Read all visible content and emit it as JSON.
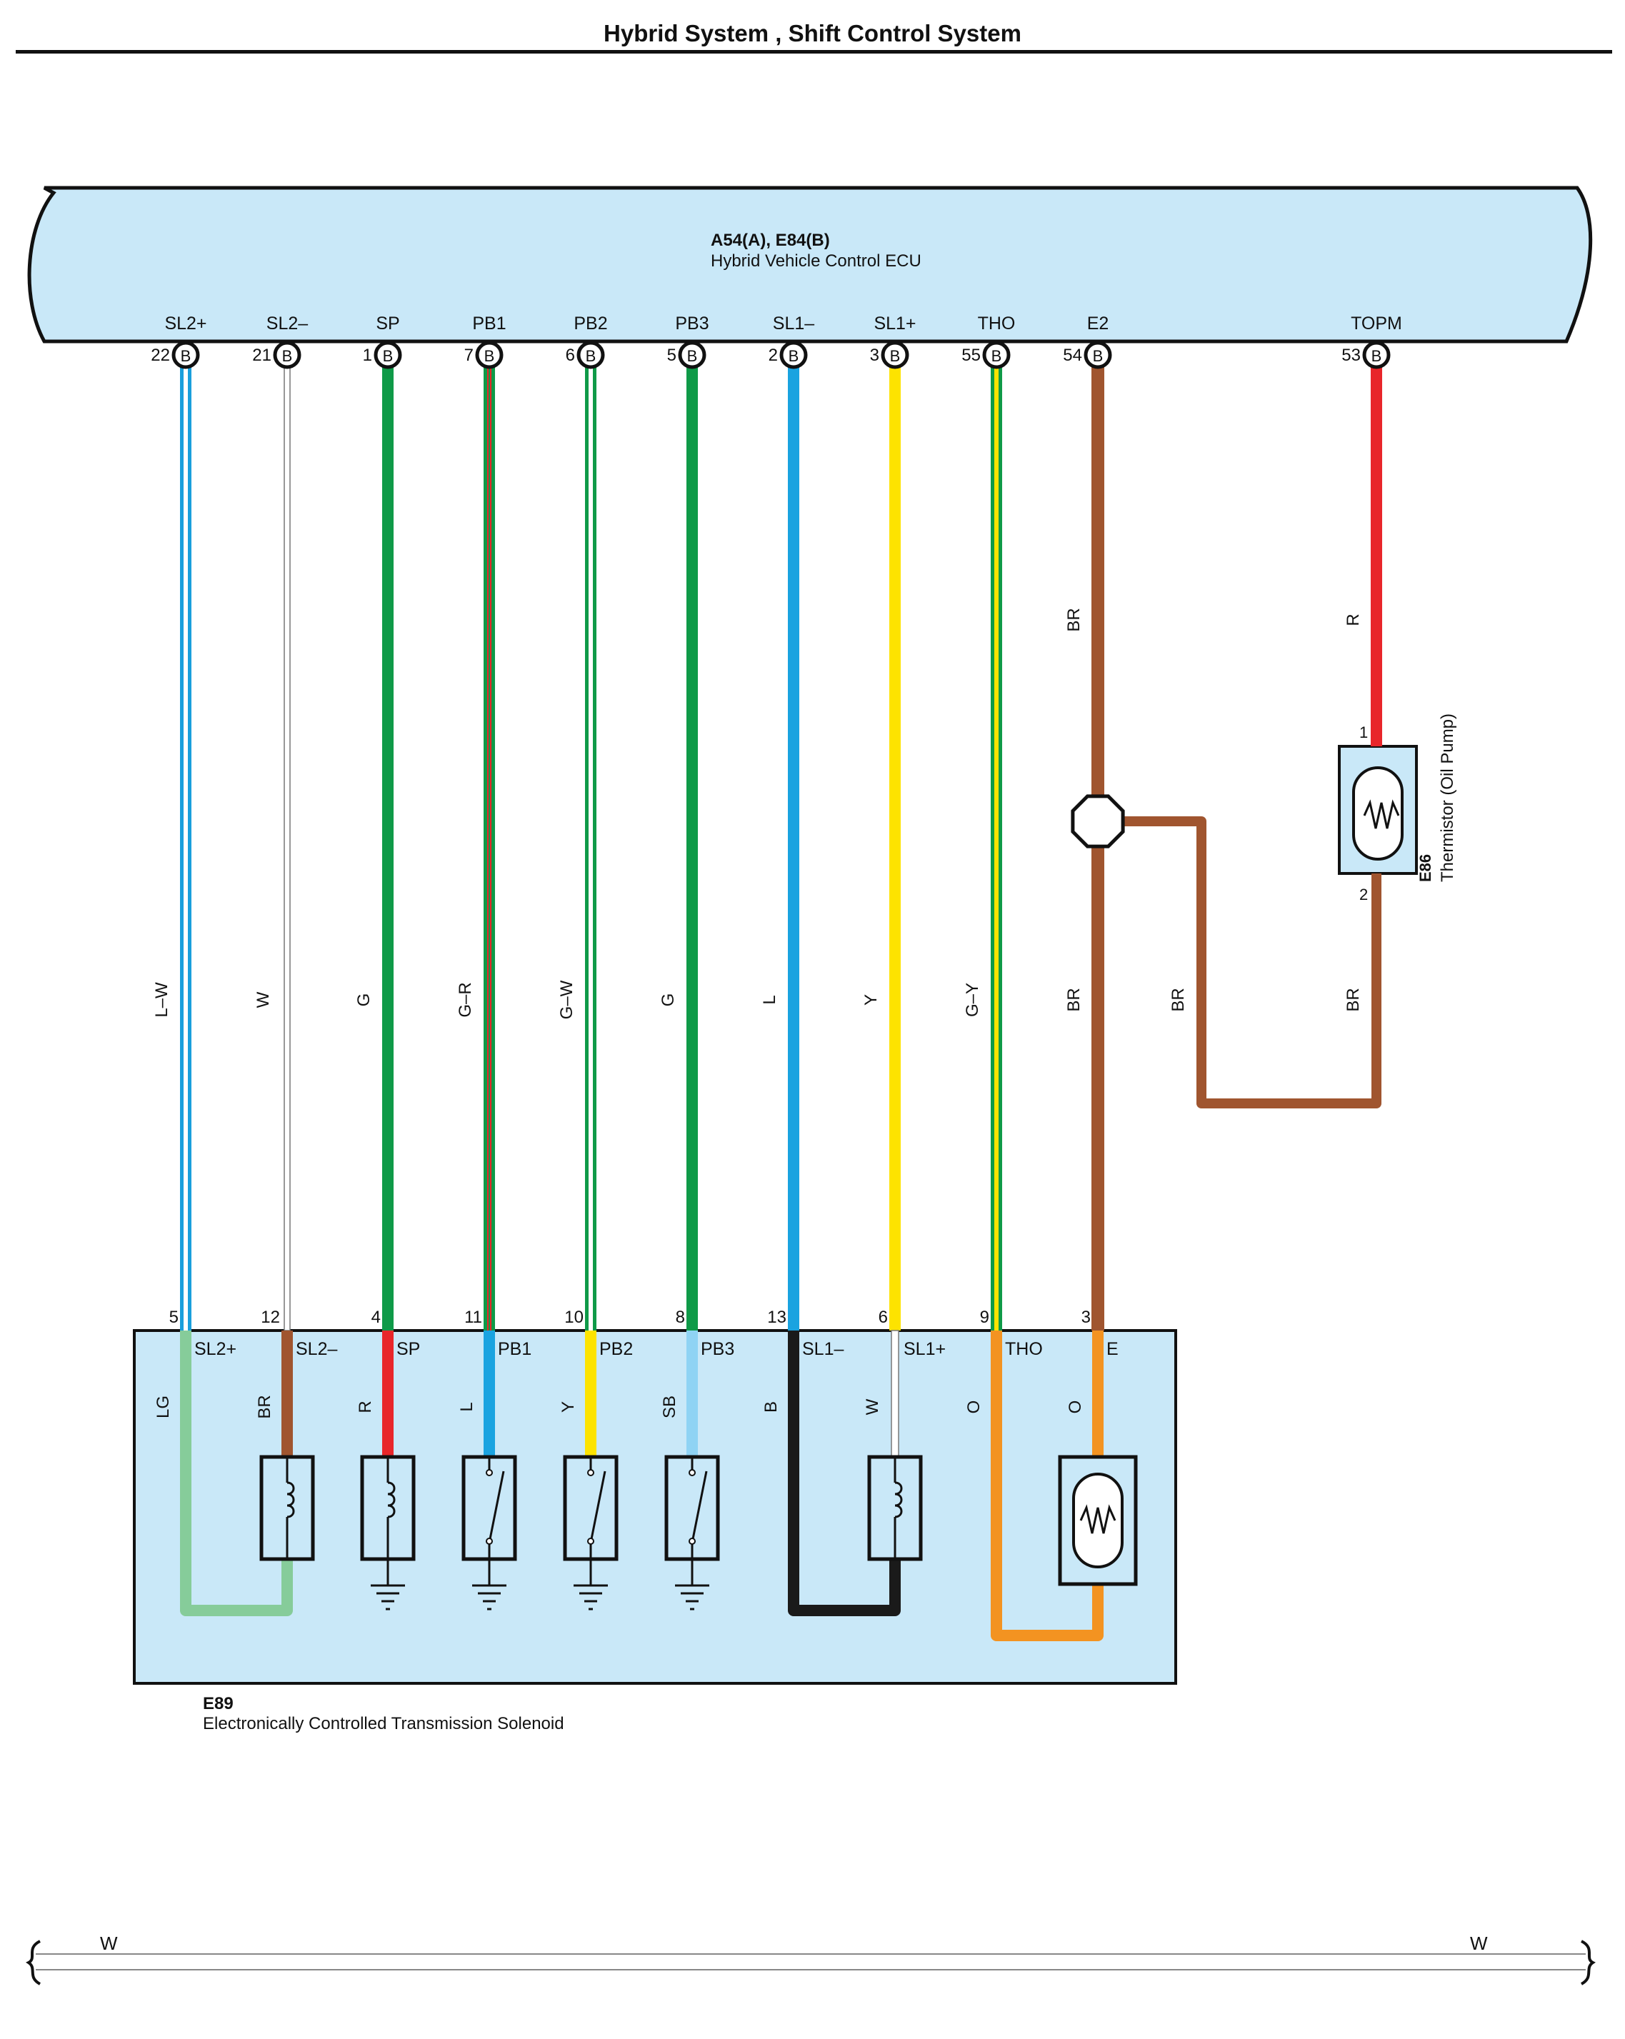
{
  "page": {
    "title": "Hybrid System , Shift Control System"
  },
  "ecu": {
    "connector": "A54(A), E84(B)",
    "name": "Hybrid Vehicle Control ECU",
    "pins": [
      {
        "label": "SL2+",
        "number": "22",
        "conn": "B"
      },
      {
        "label": "SL2–",
        "number": "21",
        "conn": "B"
      },
      {
        "label": "SP",
        "number": "1",
        "conn": "B"
      },
      {
        "label": "PB1",
        "number": "7",
        "conn": "B"
      },
      {
        "label": "PB2",
        "number": "6",
        "conn": "B"
      },
      {
        "label": "PB3",
        "number": "5",
        "conn": "B"
      },
      {
        "label": "SL1–",
        "number": "2",
        "conn": "B"
      },
      {
        "label": "SL1+",
        "number": "3",
        "conn": "B"
      },
      {
        "label": "THO",
        "number": "55",
        "conn": "B"
      },
      {
        "label": "E2",
        "number": "54",
        "conn": "B"
      },
      {
        "label": "TOPM",
        "number": "53",
        "conn": "B"
      }
    ]
  },
  "wires": [
    {
      "code": "L–W",
      "main": "#1a9fdc",
      "stripe": "#ffffff"
    },
    {
      "code": "W",
      "main": "#ffffff",
      "stripe": ""
    },
    {
      "code": "G",
      "main": "#0f9a48",
      "stripe": ""
    },
    {
      "code": "G–R",
      "main": "#0f9a48",
      "stripe": "#e8262a"
    },
    {
      "code": "G–W",
      "main": "#0f9a48",
      "stripe": "#ffffff"
    },
    {
      "code": "G",
      "main": "#0f9a48",
      "stripe": ""
    },
    {
      "code": "L",
      "main": "#1aa3e0",
      "stripe": ""
    },
    {
      "code": "Y",
      "main": "#fde300",
      "stripe": ""
    },
    {
      "code": "G–Y",
      "main": "#0f9a48",
      "stripe": "#fde300"
    },
    {
      "code": "BR",
      "main": "#a0552f",
      "stripe": ""
    },
    {
      "code": "R",
      "main": "#e8262a",
      "stripe": ""
    }
  ],
  "e2_branch": {
    "upper_code": "BR",
    "lower_code": "BR",
    "branch_code": "BR",
    "return_code": "BR"
  },
  "thermistor_oil_pump": {
    "connector": "E86",
    "name": "Thermistor (Oil Pump)",
    "pin_top": "1",
    "pin_bottom": "2",
    "wire_top": "R",
    "wire_bottom": "BR"
  },
  "solenoid": {
    "connector": "E89",
    "name": "Electronically Controlled Transmission Solenoid",
    "pins": [
      {
        "number": "5",
        "label": "SL2+",
        "inner_code": "LG"
      },
      {
        "number": "12",
        "label": "SL2–",
        "inner_code": "BR"
      },
      {
        "number": "4",
        "label": "SP",
        "inner_code": "R"
      },
      {
        "number": "11",
        "label": "PB1",
        "inner_code": "L"
      },
      {
        "number": "10",
        "label": "PB2",
        "inner_code": "Y"
      },
      {
        "number": "8",
        "label": "PB3",
        "inner_code": "SB"
      },
      {
        "number": "13",
        "label": "SL1–",
        "inner_code": "B"
      },
      {
        "number": "6",
        "label": "SL1+",
        "inner_code": "W"
      },
      {
        "number": "9",
        "label": "THO",
        "inner_code": "O"
      },
      {
        "number": "3",
        "label": "E",
        "inner_code": "O"
      }
    ]
  },
  "footer": {
    "left_code": "W",
    "right_code": "W"
  },
  "colors": {
    "box_fill": "#c9e8f8",
    "outline": "#111111",
    "brown": "#a0552f",
    "lg": "#86cc9a",
    "black": "#1a1a1a",
    "orange": "#f39321",
    "red": "#e8262a",
    "light_blue": "#1aa3e0",
    "yellow": "#fde300",
    "sky_blue": "#8fd3f4"
  }
}
